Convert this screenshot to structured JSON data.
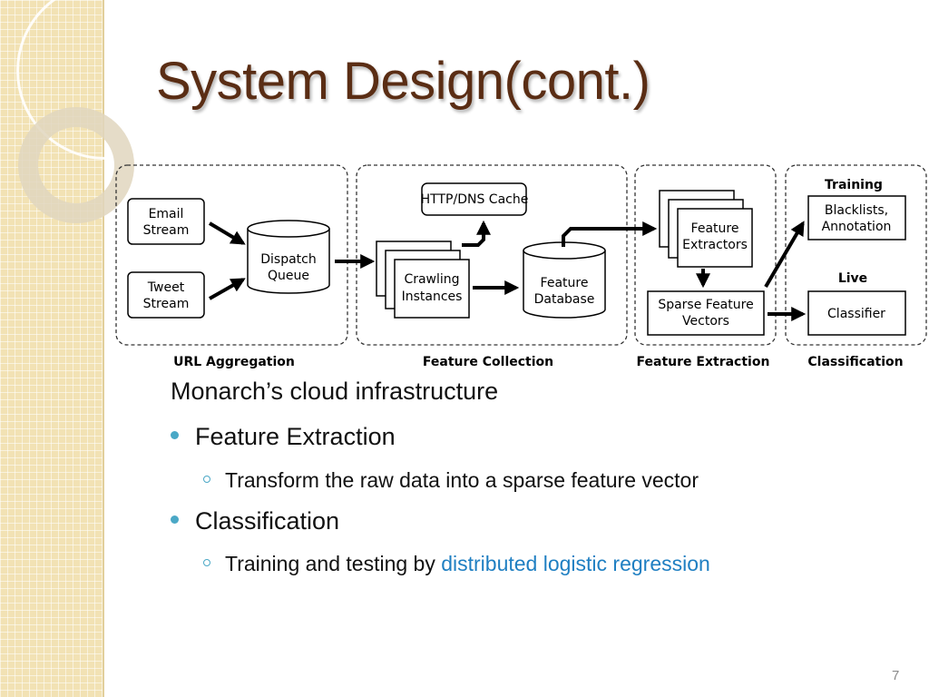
{
  "slide": {
    "title": "System Design(cont.)",
    "page_number": "7"
  },
  "diagram": {
    "sections": [
      "URL Aggregation",
      "Feature Collection",
      "Feature Extraction",
      "Classification"
    ],
    "nodes": {
      "email_stream": [
        "Email",
        "Stream"
      ],
      "tweet_stream": [
        "Tweet",
        "Stream"
      ],
      "dispatch_queue": [
        "Dispatch",
        "Queue"
      ],
      "http_dns_cache": "HTTP/DNS Cache",
      "crawling_instances": [
        "Crawling",
        "Instances"
      ],
      "feature_database": [
        "Feature",
        "Database"
      ],
      "feature_extractors": [
        "Feature",
        "Extractors"
      ],
      "sparse_feature_vectors": [
        "Sparse Feature",
        "Vectors"
      ],
      "training_label": "Training",
      "blacklists": [
        "Blacklists,",
        "Annotation"
      ],
      "live_label": "Live",
      "classifier": "Classifier"
    }
  },
  "content": {
    "intro": "Monarch’s cloud infrastructure",
    "items": [
      {
        "label": "Feature Extraction",
        "sub": "Transform the raw data into a sparse feature vector"
      },
      {
        "label": "Classification",
        "sub_prefix": "Training and testing by ",
        "sub_link": "distributed logistic regression"
      }
    ]
  },
  "colors": {
    "title": "#5a2d14",
    "bullet": "#4aa8c6",
    "link": "#1f7fc2",
    "strip": "#f2e2b4"
  }
}
